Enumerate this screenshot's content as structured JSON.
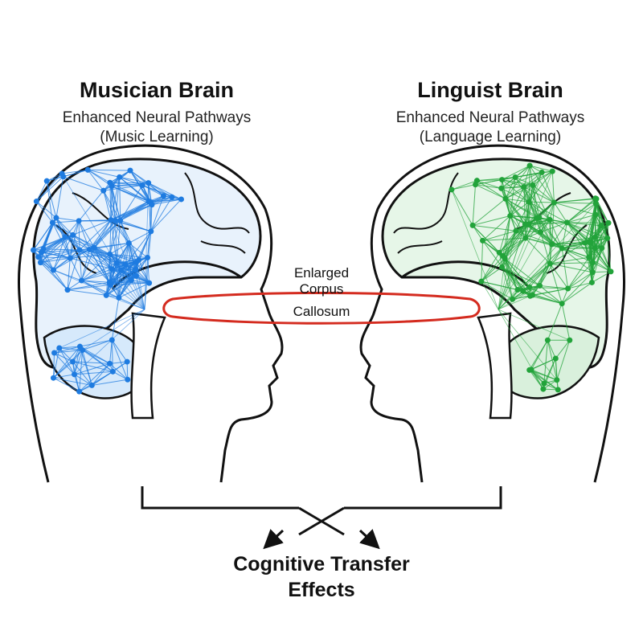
{
  "left_brain": {
    "title": "Musician Brain",
    "subtitle_line1": "Enhanced Neural Pathways",
    "subtitle_line2": "(Music Learning)",
    "color": "#1e7be0"
  },
  "right_brain": {
    "title": "Linguist Brain",
    "subtitle_line1": "Enhanced Neural Pathways",
    "subtitle_line2": "(Language Learning)",
    "color": "#22a33a"
  },
  "corpus_callosum": {
    "line1": "Enlarged",
    "line2": "Corpus",
    "line3": "Callosum",
    "color": "#d42b1f"
  },
  "result": {
    "line1": "Cognitive Transfer",
    "line2": "Effects"
  }
}
